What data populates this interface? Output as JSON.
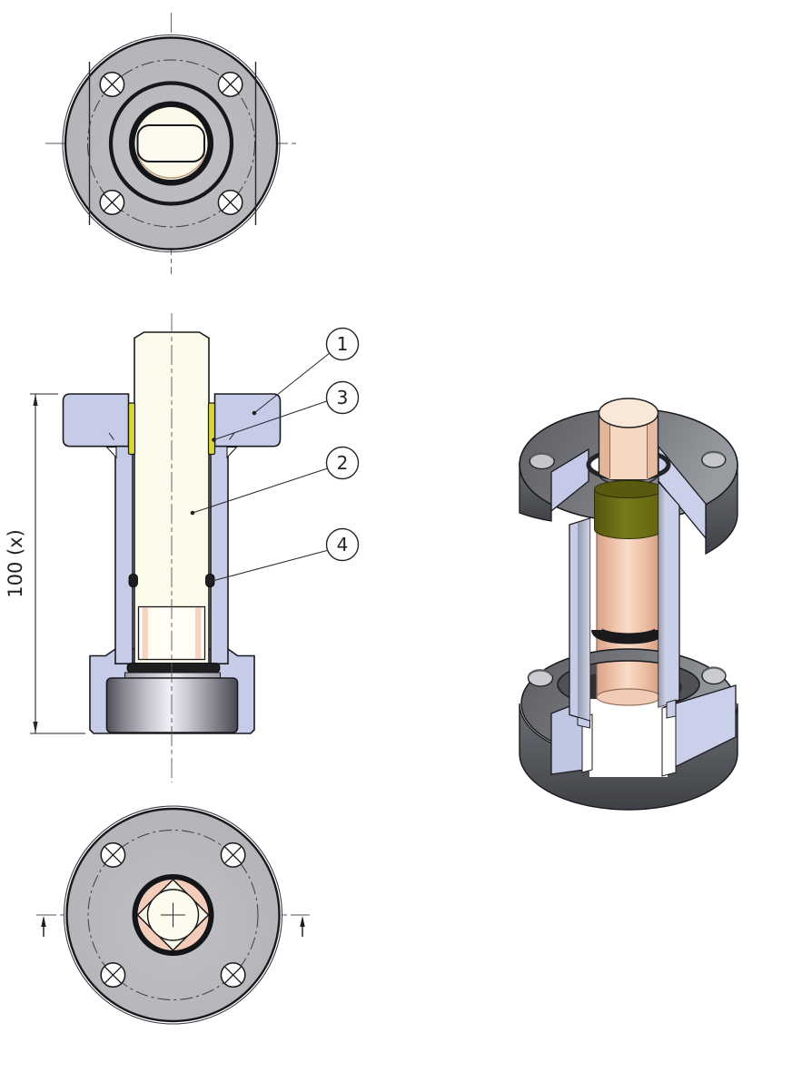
{
  "drawing": {
    "dimension": {
      "label": "100 (x)"
    },
    "balloons": [
      {
        "label": "1"
      },
      {
        "label": "3"
      },
      {
        "label": "2"
      },
      {
        "label": "4"
      }
    ]
  },
  "colors": {
    "body-lavender": "#c6cce8",
    "rod-ivory": "#fcfaea",
    "recess-ivory": "#fffdf4",
    "seal-yellow": "#d8d63a",
    "oring-black": "#1e1e21",
    "disc-grey": "#b7b7bb",
    "copper": "#eec3ab",
    "olive": "#6f7017",
    "salmon": "#f3cdb9",
    "flange-grey": "#74767c"
  }
}
